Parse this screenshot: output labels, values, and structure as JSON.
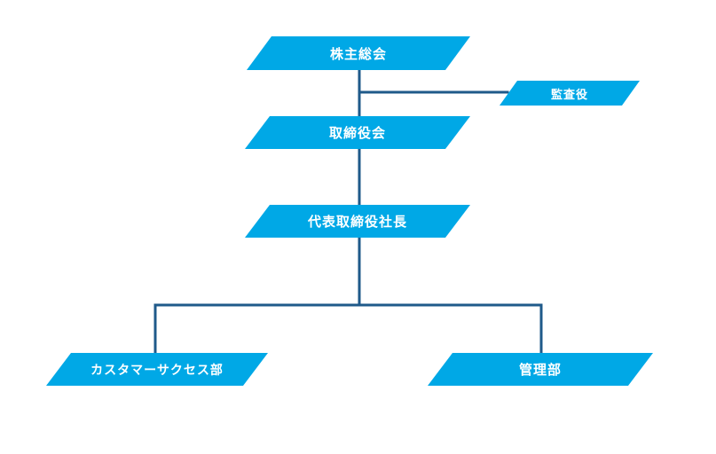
{
  "colors": {
    "node_fill": "#00a8e6",
    "connector": "#1f5a8a",
    "node_text": "#ffffff"
  },
  "nodes": {
    "shareholders_meeting": "株主総会",
    "auditor": "監査役",
    "board_of_directors": "取締役会",
    "representative_director": "代表取締役社長",
    "customer_success_dept": "カスタマーサクセス部",
    "administration_dept": "管理部"
  }
}
